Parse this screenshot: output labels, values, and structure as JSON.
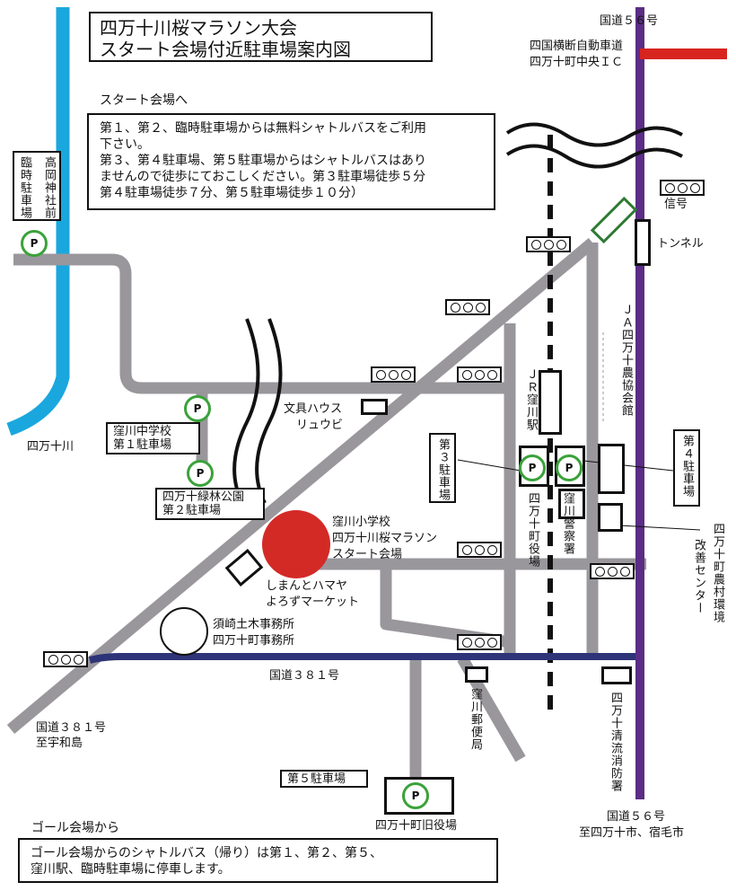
{
  "title": {
    "line1": "四万十川桜マラソン大会",
    "line2": "スタート会場付近駐車場案内図"
  },
  "start_note": {
    "heading": "スタート会場へ",
    "lines": [
      "第１、第２、臨時駐車場からは無料シャトルバスをご利用",
      "下さい。",
      "第３、第４駐車場、第５駐車場からはシャトルバスはあり",
      "ませんので徒歩にておこしください。第３駐車場徒歩５分",
      "第４駐車場徒歩７分、第５駐車場徒歩１０分）"
    ]
  },
  "goal_note": {
    "heading": "ゴール会場から",
    "lines": [
      "ゴール会場からのシャトルバス（帰り）は第１、第２、第５、",
      "窪川駅、臨時駐車場に停車します。"
    ]
  },
  "roads": {
    "route56_top": "国道５６号",
    "expressway": "四国横断自動車道",
    "ic": "四万十町中央ＩＣ",
    "route381": "国道３８１号",
    "route381_sw": "国道３８１号",
    "route381_sw_dest": "至宇和島",
    "route56_bottom": "国道５６号",
    "route56_bottom_dest": "至四万十市、宿毛市",
    "tunnel": "トンネル",
    "signal": "信号",
    "river": "四万十川"
  },
  "places": {
    "temp_parking": "臨時駐車場",
    "temp_parking_sub": "高岡神社前",
    "p1": "第１駐車場",
    "p1_sub": "窪川中学校",
    "p2": "第２駐車場",
    "p2_sub": "四万十緑林公園",
    "p3": "第３駐車場",
    "p4": "第４駐車場",
    "p5": "第５駐車場",
    "old_office": "四万十町旧役場",
    "stationery": "文具ハウス",
    "stationery2": "リュウビ",
    "start_venue1": "窪川小学校",
    "start_venue2": "四万十川桜マラソン",
    "start_venue3": "スタート会場",
    "shop1": "しまんとハマヤ",
    "shop2": "よろずマーケット",
    "susaki1": "須崎土木事務所",
    "susaki2": "四万十町事務所",
    "station": "ＪＲ窪川駅",
    "town_hall": "四万十町役場",
    "police": "窪川警察署",
    "post": "窪川郵便局",
    "ja": "ＪＡ四万十農協会館",
    "agri1": "四万十町農村環境",
    "agri2": "改善センター",
    "fire": "四万十清流消防署",
    "parking_symbol": "P"
  },
  "colors": {
    "river": "#1aa7de",
    "route56": "#5b2d86",
    "route381": "#2e3478",
    "expressway": "#d7241f",
    "street": "#9a979c",
    "start_marker": "#d42a26",
    "parking_ring": "#3aa23a",
    "tunnel_box": "#2f7a33"
  }
}
